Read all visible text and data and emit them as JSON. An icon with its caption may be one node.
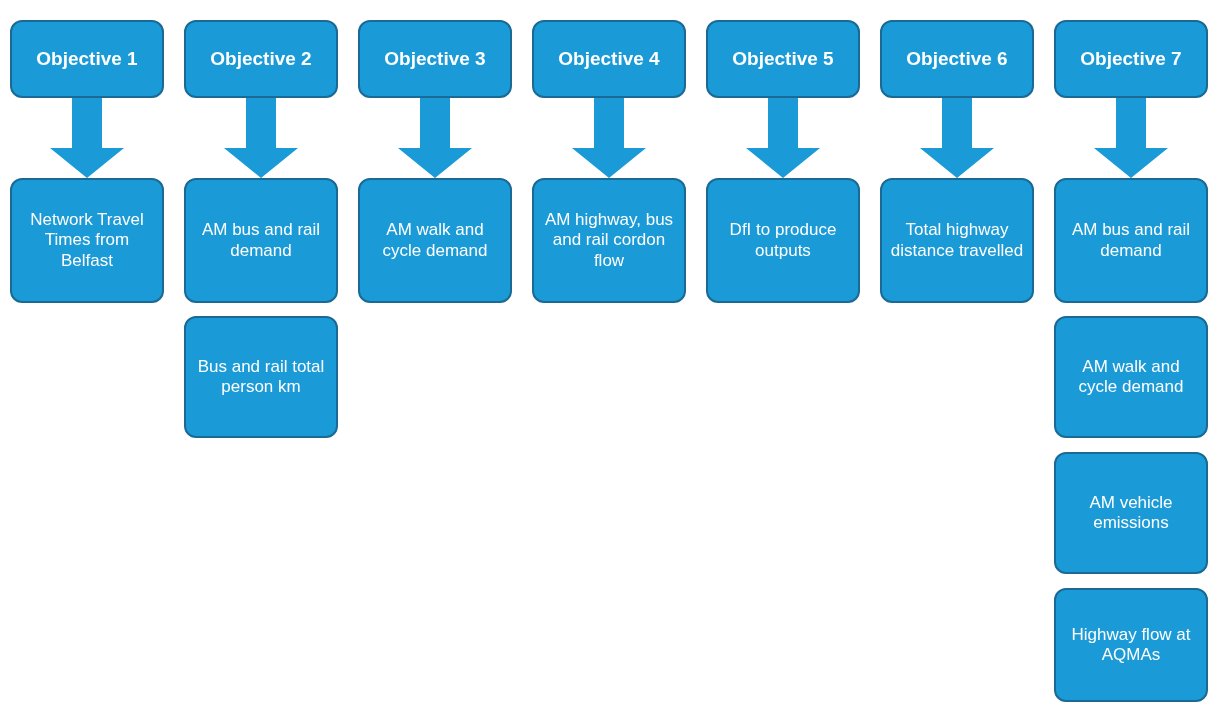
{
  "diagram": {
    "nodes": [
      {
        "text": [
          "Objective 1"
        ]
      },
      {
        "text": [
          "Objective 2"
        ]
      },
      {
        "text": [
          "Objective 3"
        ]
      },
      {
        "text": [
          "Objective 4"
        ]
      },
      {
        "text": [
          "Objective 5"
        ]
      },
      {
        "text": [
          "Objective 6"
        ]
      },
      {
        "text": [
          "Objective 7"
        ]
      },
      {
        "text": [
          "Network Travel Times from Belfast"
        ]
      },
      {
        "text": [
          "AM bus and rail demand"
        ]
      },
      {
        "text": [
          "AM walk and cycle demand"
        ]
      },
      {
        "text": [
          "AM highway, bus and rail cordon flow"
        ]
      },
      {
        "text": [
          "DfI to produce outputs"
        ]
      },
      {
        "text": [
          "Total highway distance travelled"
        ]
      },
      {
        "text": [
          "AM bus and rail demand"
        ]
      },
      {
        "text": [
          "Bus and rail total person km"
        ]
      },
      {
        "text": [
          "AM walk and cycle demand"
        ]
      },
      {
        "text": [
          "AM vehicle emissions"
        ]
      },
      {
        "text": [
          "Highway flow at AQMAs"
        ]
      }
    ],
    "edges": [
      {
        "from": 0,
        "to": 7,
        "arrow": "to"
      },
      {
        "from": 1,
        "to": 8,
        "arrow": "to"
      },
      {
        "from": 2,
        "to": 9,
        "arrow": "to"
      },
      {
        "from": 3,
        "to": 10,
        "arrow": "to"
      },
      {
        "from": 4,
        "to": 11,
        "arrow": "to"
      },
      {
        "from": 5,
        "to": 12,
        "arrow": "to"
      },
      {
        "from": 6,
        "to": 13,
        "arrow": "to"
      }
    ]
  }
}
